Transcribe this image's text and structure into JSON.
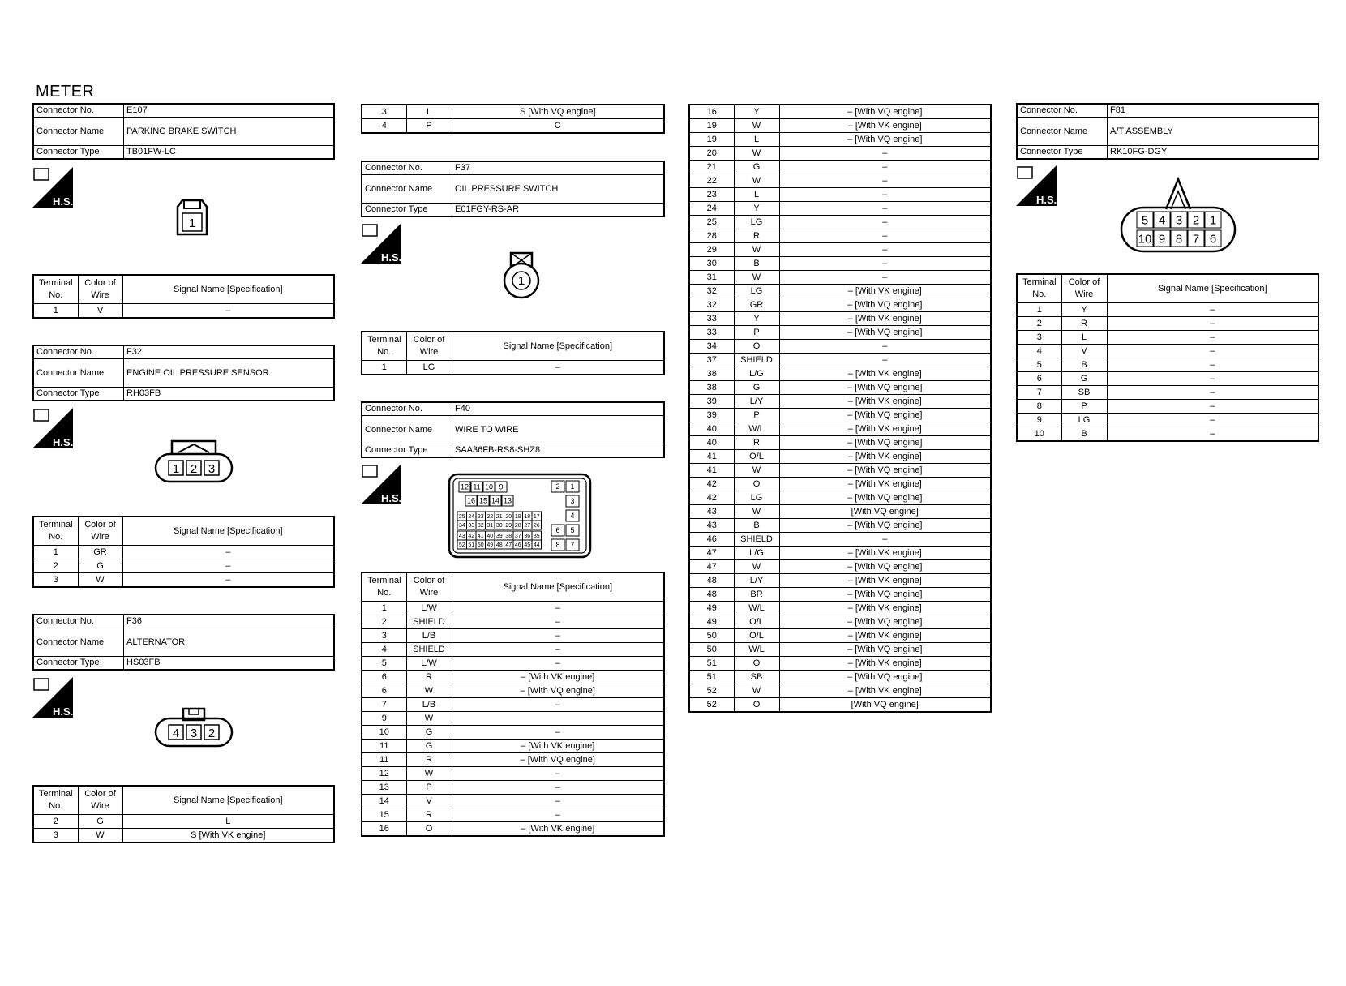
{
  "page_title": "METER",
  "labels": {
    "connector_no": "Connector No.",
    "connector_name": "Connector Name",
    "connector_type": "Connector Type",
    "terminal_no": "Terminal No.",
    "color_of_wire": "Color of Wire",
    "signal_name": "Signal Name [Specification]",
    "hs": "H.S."
  },
  "e107": {
    "no": "E107",
    "name": "PARKING BRAKE SWITCH",
    "type": "TB01FW-LC",
    "pins": [
      "1"
    ],
    "rows": [
      [
        "1",
        "V",
        "–"
      ]
    ]
  },
  "f32": {
    "no": "F32",
    "name": "ENGINE OIL PRESSURE SENSOR",
    "type": "RH03FB",
    "pins": [
      "1",
      "2",
      "3"
    ],
    "rows": [
      [
        "1",
        "GR",
        "–"
      ],
      [
        "2",
        "G",
        "–"
      ],
      [
        "3",
        "W",
        "–"
      ]
    ]
  },
  "f36": {
    "no": "F36",
    "name": "ALTERNATOR",
    "type": "HS03FB",
    "pins": [
      "4",
      "3",
      "2"
    ],
    "rows": [
      [
        "2",
        "G",
        "L"
      ],
      [
        "3",
        "W",
        "S [With VK engine]"
      ]
    ]
  },
  "f36_cont": {
    "rows": [
      [
        "3",
        "L",
        "S [With VQ engine]"
      ],
      [
        "4",
        "P",
        "C"
      ]
    ]
  },
  "f37": {
    "no": "F37",
    "name": "OIL PRESSURE SWITCH",
    "type": "E01FGY-RS-AR",
    "pins": [
      "1"
    ],
    "rows": [
      [
        "1",
        "LG",
        "–"
      ]
    ]
  },
  "f40": {
    "no": "F40",
    "name": "WIRE TO WIRE",
    "type": "SAA36FB-RS8-SHZ8",
    "pins_top": [
      "12",
      "11",
      "10",
      "9"
    ],
    "pins_mid": [
      "16",
      "15",
      "14",
      "13"
    ],
    "pins_r1": [
      "25",
      "24",
      "23",
      "22",
      "21",
      "20",
      "19",
      "18",
      "17"
    ],
    "pins_r2": [
      "34",
      "33",
      "32",
      "31",
      "30",
      "29",
      "28",
      "27",
      "26"
    ],
    "pins_r3": [
      "43",
      "42",
      "41",
      "40",
      "39",
      "38",
      "37",
      "36",
      "35"
    ],
    "pins_r4": [
      "52",
      "51",
      "50",
      "49",
      "48",
      "47",
      "46",
      "45",
      "44"
    ],
    "pins_side": [
      "2",
      "1",
      "3",
      "4",
      "6",
      "5",
      "8",
      "7"
    ],
    "rows": [
      [
        "1",
        "L/W",
        "–"
      ],
      [
        "2",
        "SHIELD",
        "–"
      ],
      [
        "3",
        "L/B",
        "–"
      ],
      [
        "4",
        "SHIELD",
        "–"
      ],
      [
        "5",
        "L/W",
        "–"
      ],
      [
        "6",
        "R",
        "– [With VK engine]"
      ],
      [
        "6",
        "W",
        "– [With VQ engine]"
      ],
      [
        "7",
        "L/B",
        "–"
      ],
      [
        "9",
        "W",
        ""
      ],
      [
        "10",
        "G",
        "–"
      ],
      [
        "11",
        "G",
        "– [With VK engine]"
      ],
      [
        "11",
        "R",
        "– [With VQ engine]"
      ],
      [
        "12",
        "W",
        "–"
      ],
      [
        "13",
        "P",
        "–"
      ],
      [
        "14",
        "V",
        "–"
      ],
      [
        "15",
        "R",
        "–"
      ],
      [
        "16",
        "O",
        "– [With VK engine]"
      ]
    ]
  },
  "f40_cont": {
    "rows": [
      [
        "16",
        "Y",
        "– [With VQ engine]"
      ],
      [
        "19",
        "W",
        "– [With VK engine]"
      ],
      [
        "19",
        "L",
        "– [With VQ engine]"
      ],
      [
        "20",
        "W",
        "–"
      ],
      [
        "21",
        "G",
        "–"
      ],
      [
        "22",
        "W",
        "–"
      ],
      [
        "23",
        "L",
        "–"
      ],
      [
        "24",
        "Y",
        "–"
      ],
      [
        "25",
        "LG",
        "–"
      ],
      [
        "28",
        "R",
        "–"
      ],
      [
        "29",
        "W",
        "–"
      ],
      [
        "30",
        "B",
        "–"
      ],
      [
        "31",
        "W",
        "–"
      ],
      [
        "32",
        "LG",
        "– [With VK engine]"
      ],
      [
        "32",
        "GR",
        "– [With VQ engine]"
      ],
      [
        "33",
        "Y",
        "– [With VK engine]"
      ],
      [
        "33",
        "P",
        "– [With VQ engine]"
      ],
      [
        "34",
        "O",
        "–"
      ],
      [
        "37",
        "SHIELD",
        "–"
      ],
      [
        "38",
        "L/G",
        "– [With VK engine]"
      ],
      [
        "38",
        "G",
        "– [With VQ engine]"
      ],
      [
        "39",
        "L/Y",
        "– [With VK engine]"
      ],
      [
        "39",
        "P",
        "– [With VQ engine]"
      ],
      [
        "40",
        "W/L",
        "– [With VK engine]"
      ],
      [
        "40",
        "R",
        "– [With VQ engine]"
      ],
      [
        "41",
        "O/L",
        "– [With VK engine]"
      ],
      [
        "41",
        "W",
        "– [With VQ engine]"
      ],
      [
        "42",
        "O",
        "– [With VK engine]"
      ],
      [
        "42",
        "LG",
        "– [With VQ engine]"
      ],
      [
        "43",
        "W",
        "[With VQ engine]"
      ],
      [
        "43",
        "B",
        "– [With VQ engine]"
      ],
      [
        "46",
        "SHIELD",
        "–"
      ],
      [
        "47",
        "L/G",
        "– [With VK engine]"
      ],
      [
        "47",
        "W",
        "– [With VQ engine]"
      ],
      [
        "48",
        "L/Y",
        "– [With VK engine]"
      ],
      [
        "48",
        "BR",
        "– [With VQ engine]"
      ],
      [
        "49",
        "W/L",
        "– [With VK engine]"
      ],
      [
        "49",
        "O/L",
        "– [With VQ engine]"
      ],
      [
        "50",
        "O/L",
        "– [With VK engine]"
      ],
      [
        "50",
        "W/L",
        "– [With VQ engine]"
      ],
      [
        "51",
        "O",
        "– [With VK engine]"
      ],
      [
        "51",
        "SB",
        "– [With VQ engine]"
      ],
      [
        "52",
        "W",
        "– [With VK engine]"
      ],
      [
        "52",
        "O",
        "[With VQ engine]"
      ]
    ]
  },
  "f81": {
    "no": "F81",
    "name": "A/T ASSEMBLY",
    "type": "RK10FG-DGY",
    "pins_top": [
      "5",
      "4",
      "3",
      "2",
      "1"
    ],
    "pins_bottom": [
      "10",
      "9",
      "8",
      "7",
      "6"
    ],
    "rows": [
      [
        "1",
        "Y",
        "–"
      ],
      [
        "2",
        "R",
        "–"
      ],
      [
        "3",
        "L",
        "–"
      ],
      [
        "4",
        "V",
        "–"
      ],
      [
        "5",
        "B",
        "–"
      ],
      [
        "6",
        "G",
        "–"
      ],
      [
        "7",
        "SB",
        "–"
      ],
      [
        "8",
        "P",
        "–"
      ],
      [
        "9",
        "LG",
        "–"
      ],
      [
        "10",
        "B",
        "–"
      ]
    ]
  }
}
